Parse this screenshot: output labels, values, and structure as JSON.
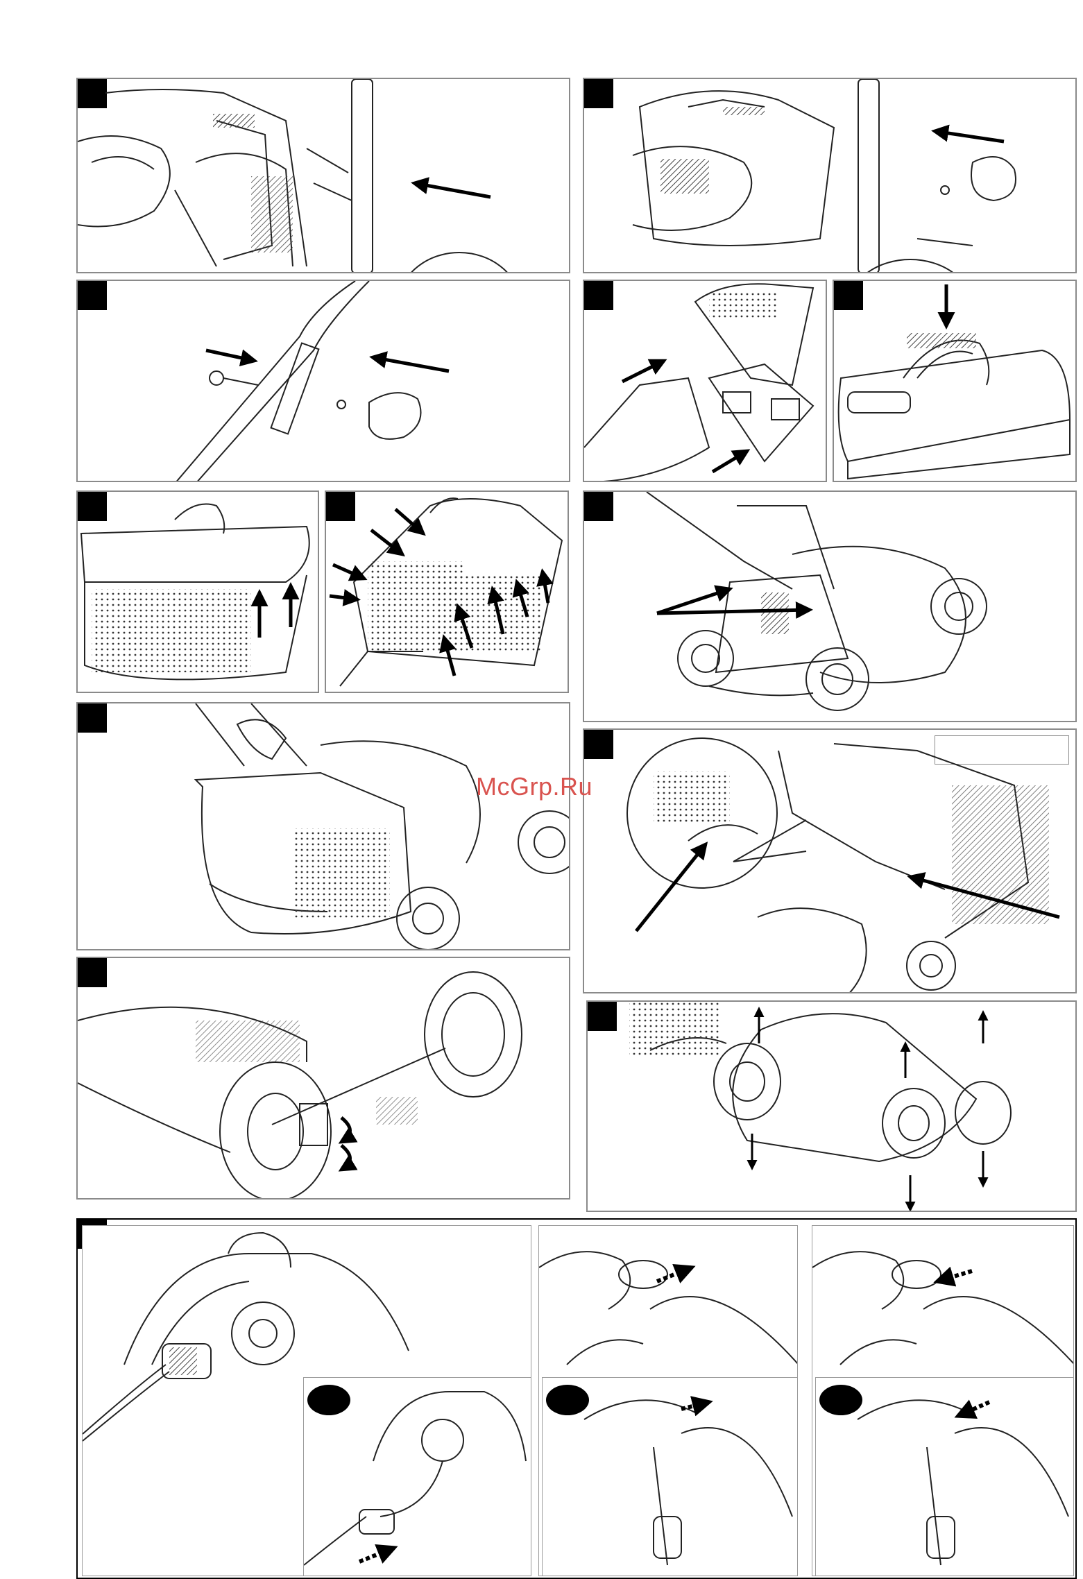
{
  "watermark": {
    "text": "McGrp.Ru"
  },
  "colors": {
    "line": "#222222",
    "border": "#8a8a8a",
    "marker": "#000000",
    "watermark": "#d9534f"
  },
  "panels": [
    {
      "name": "panel-handle-insert-left",
      "icon": "arrow-icon"
    },
    {
      "name": "panel-handle-insert-right",
      "icon": "arrow-icon"
    },
    {
      "name": "panel-bolt-knob",
      "icon": "bolt-icon"
    },
    {
      "name": "panel-grassbox-assembly",
      "icon": "arrow-icon"
    },
    {
      "name": "panel-grassbox-handle",
      "icon": "arrow-icon"
    },
    {
      "name": "panel-grassbox-clip-front",
      "icon": "arrow-icon"
    },
    {
      "name": "panel-grassbox-clip-side",
      "icon": "arrow-icon"
    },
    {
      "name": "panel-mower-cable-clips",
      "icon": "arrow-icon"
    },
    {
      "name": "panel-attach-grassbox",
      "icon": "mower-icon"
    },
    {
      "name": "panel-full-indicator",
      "icon": "magnifier-icon"
    },
    {
      "name": "panel-height-lever",
      "icon": "spring-icon"
    },
    {
      "name": "panel-wheel-height",
      "icon": "wheel-icon"
    },
    {
      "name": "panel-power-connect",
      "icon": "plug-icon"
    }
  ]
}
